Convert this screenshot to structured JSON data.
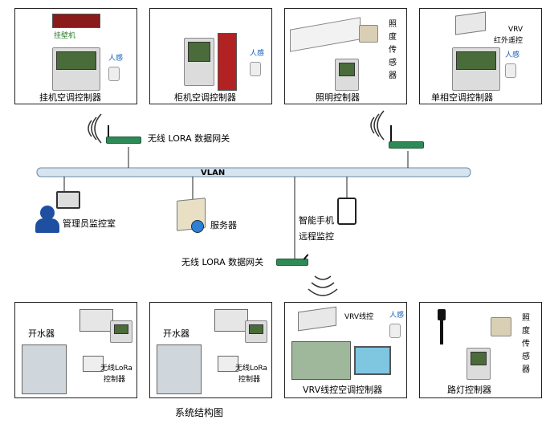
{
  "top_panels": {
    "wall_ac": {
      "label": "挂机空调控制器",
      "unit_tag": "挂壁机",
      "sensor": "人感"
    },
    "cabinet_ac": {
      "label": "柜机空调控制器",
      "sensor": "人感"
    },
    "lighting": {
      "label": "照明控制器",
      "side": [
        "照",
        "度",
        "传",
        "感",
        "器"
      ]
    },
    "single_ac": {
      "label": "单相空调控制器",
      "vrv": "VRV",
      "ir": "红外遥控",
      "sensor": "人感"
    }
  },
  "network": {
    "gateway_top": "无线 LORA 数据网关",
    "vlan": "VLAN",
    "admin_room": "管理员监控室",
    "server": "服务器",
    "phone_line1": "智能手机",
    "phone_line2": "远程监控",
    "gateway_bottom": "无线 LORA 数据网关"
  },
  "bottom_panels": {
    "boiler1": {
      "title": "开水器",
      "ctrl1": "无线LoRa",
      "ctrl2": "控制器"
    },
    "boiler2": {
      "title": "开水器",
      "ctrl1": "无线LoRa",
      "ctrl2": "控制器"
    },
    "vrv": {
      "wired": "VRV线控",
      "sensor": "人感",
      "label": "VRV线控空调控制器"
    },
    "street": {
      "label": "路灯控制器",
      "side": [
        "照",
        "度",
        "传",
        "感",
        "器"
      ]
    }
  },
  "caption": "系统结构图"
}
